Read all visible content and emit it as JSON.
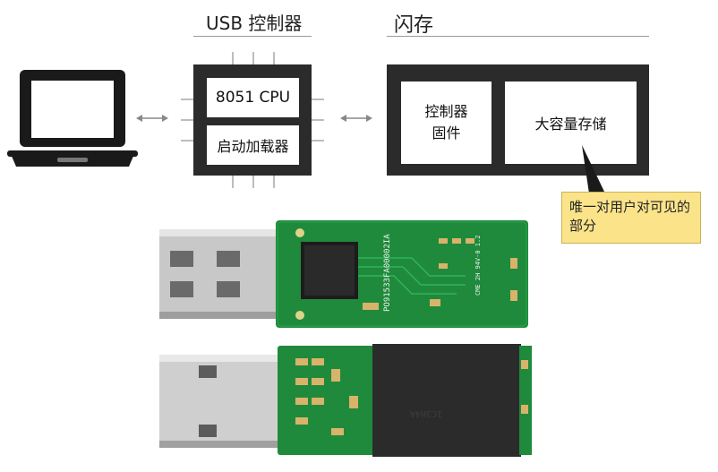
{
  "usb_controller": {
    "title": "USB 控制器",
    "cpu_label": "8051 CPU",
    "bootloader_label": "启动加载器"
  },
  "flash": {
    "title": "闪存",
    "firmware_label_line1": "控制器",
    "firmware_label_line2": "固件",
    "storage_label": "大容量存储"
  },
  "callout": {
    "text": "唯一对用户对可见的部分"
  },
  "photos": {
    "top_board_silk": "PO91533FA00002IA",
    "top_board_marking": "CME 2H 94V-0 1.2",
    "bottom_chip_text": "1C3H4A"
  },
  "colors": {
    "pcb_green": "#1f8a3c",
    "chip_dark": "#2b2b2b",
    "callout_fill": "#fbe38a"
  },
  "icons": [
    "laptop-icon",
    "bidirectional-arrow-icon"
  ]
}
